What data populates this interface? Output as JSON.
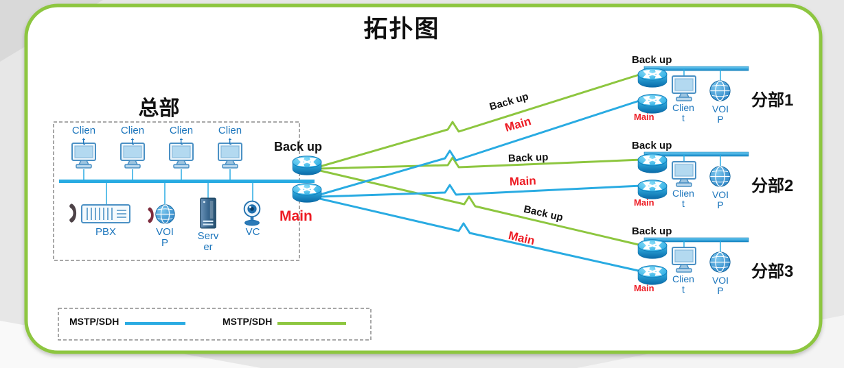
{
  "title": "拓扑图",
  "hq": {
    "label": "总部",
    "backup_label": "Back up",
    "main_label": "Main",
    "clients": [
      {
        "label": "Client"
      },
      {
        "label": "Client"
      },
      {
        "label": "Client"
      },
      {
        "label": "Client"
      }
    ],
    "devices": [
      {
        "label": "PBX"
      },
      {
        "label": "VOIP"
      },
      {
        "label": "Server"
      },
      {
        "label": "VC"
      }
    ]
  },
  "links": [
    {
      "branch": "分部1",
      "backup_label": "Back up",
      "main_label": "Main"
    },
    {
      "branch": "分部2",
      "backup_label": "Back up",
      "main_label": "Main"
    },
    {
      "branch": "分部3",
      "backup_label": "Back up",
      "main_label": "Main"
    }
  ],
  "branches": [
    {
      "name": "分部1",
      "backup_label": "Back up",
      "main_label": "Main",
      "client_label": "Client",
      "voip_label": "VOIP"
    },
    {
      "name": "分部2",
      "backup_label": "Back up",
      "main_label": "Main",
      "client_label": "Client",
      "voip_label": "VOIP"
    },
    {
      "name": "分部3",
      "backup_label": "Back up",
      "main_label": "Main",
      "client_label": "Client",
      "voip_label": "VOIP"
    }
  ],
  "legend": {
    "items": [
      {
        "label": "MSTP/SDH",
        "color": "#29abe2"
      },
      {
        "label": "MSTP/SDH",
        "color": "#8dc63f"
      }
    ]
  },
  "colors": {
    "frame_green": "#8dc63f",
    "line_blue": "#29abe2",
    "line_green": "#8dc63f",
    "device_label_blue": "#1b75bc",
    "main_red": "#ed1c24",
    "text_dark": "#111111"
  },
  "icons": {
    "router": "cylinder-router-with-arrows",
    "client": "desktop-monitor",
    "voip": "globe",
    "pbx": "phone-handset-and-rack",
    "server": "tower-server",
    "vc": "webcam"
  }
}
